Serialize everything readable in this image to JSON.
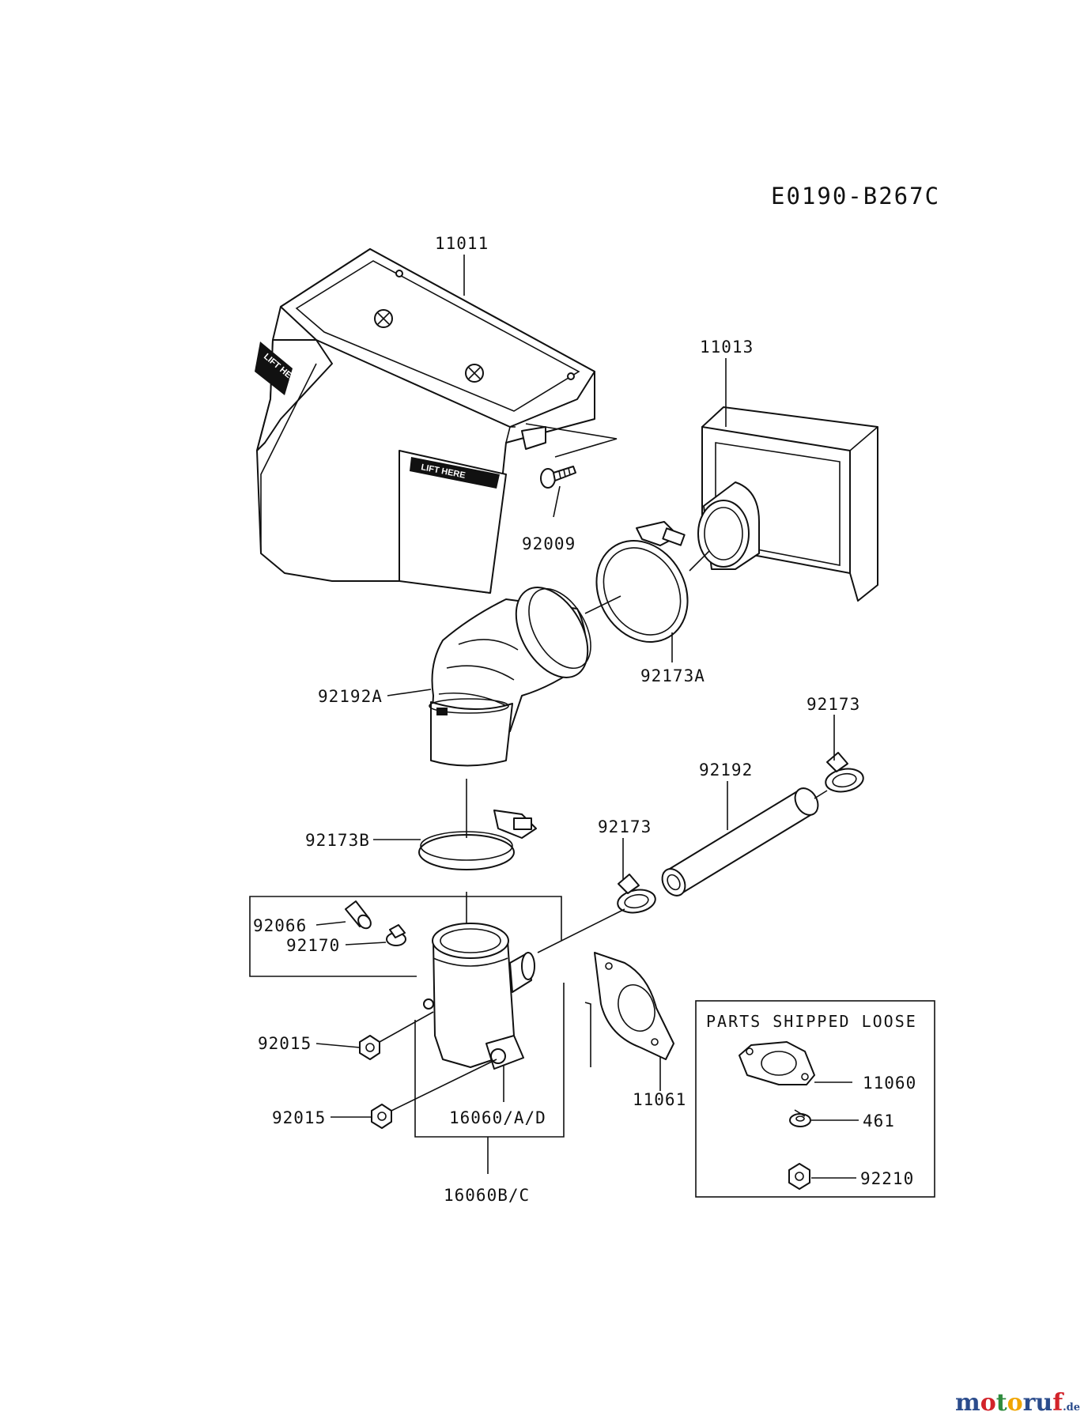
{
  "diagram_code": "E0190-B267C",
  "labels": {
    "l11011": "11011",
    "l11013": "11013",
    "l92009": "92009",
    "l92173A": "92173A",
    "l92192A": "92192A",
    "l92173_top": "92173",
    "l92192": "92192",
    "l92173_mid": "92173",
    "l92173B": "92173B",
    "l92066": "92066",
    "l92170": "92170",
    "l92015_a": "92015",
    "l92015_b": "92015",
    "l16060AD": "16060/A/D",
    "l11061": "11061",
    "l16060BC": "16060B/C"
  },
  "loose_box": {
    "title": "PARTS SHIPPED LOOSE",
    "l11060": "11060",
    "l461": "461",
    "l92210": "92210"
  },
  "tags": {
    "lift_side": "LIFT HERE",
    "lift_front": "LIFT HERE"
  },
  "watermark": {
    "m": "m",
    "o1": "o",
    "t": "t",
    "o2": "o",
    "r": "r",
    "u": "u",
    "f": "f",
    "de": ".de"
  },
  "colors": {
    "line": "#111111",
    "background": "#ffffff",
    "wm_m": "#2b4c8c",
    "wm_o1": "#d2232a",
    "wm_t": "#2e8b3d",
    "wm_o2": "#f0a500",
    "wm_r": "#2b4c8c",
    "wm_u": "#2b4c8c",
    "wm_f": "#d2232a"
  }
}
